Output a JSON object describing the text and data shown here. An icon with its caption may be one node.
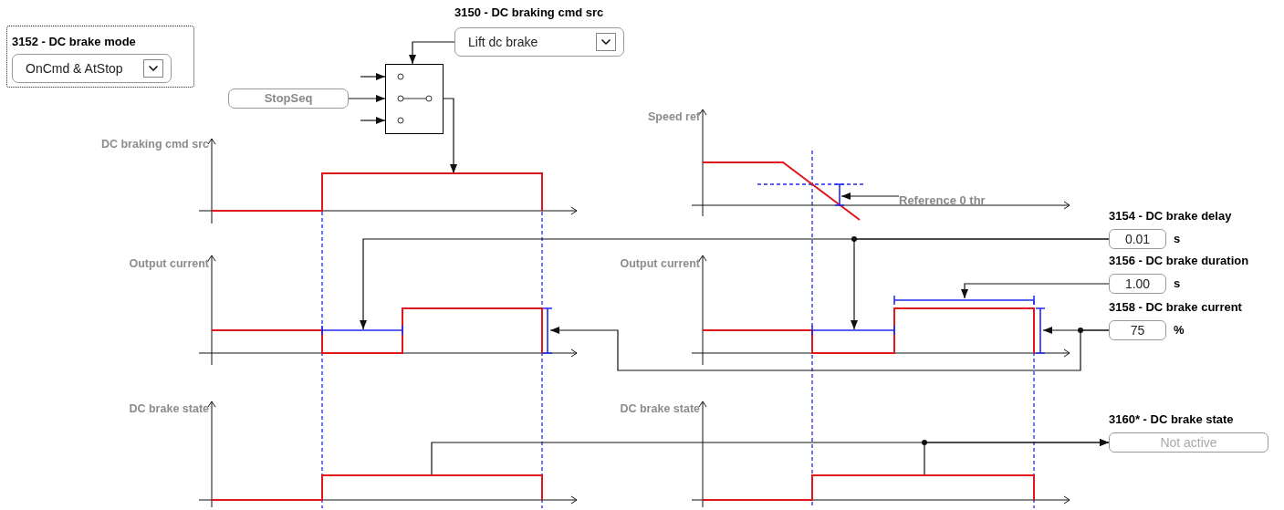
{
  "diagram": {
    "nodes": [
      {
        "text": [
          "3152 - DC brake mode"
        ]
      },
      {
        "text": [
          "OnCmd & AtStop"
        ],
        "in": 0
      },
      {
        "text": [
          "3150 - DC braking cmd src",
          "Lift dc brake"
        ]
      },
      {
        "text": [
          "StopSeq"
        ]
      },
      {
        "text": [],
        "shape": "box"
      },
      {
        "text": [
          "DC braking cmd src"
        ]
      },
      {
        "text": [
          "Speed ref"
        ]
      },
      {
        "text": [
          "Reference 0 thr"
        ],
        "in": 6
      },
      {
        "text": [
          "Output current"
        ]
      },
      {
        "text": [
          "Output current"
        ]
      },
      {
        "text": [
          "3154 - DC brake delay",
          "0.01"
        ],
        "beside": [
          "s"
        ]
      },
      {
        "text": [
          "3156 - DC brake duration",
          "1.00"
        ],
        "beside": [
          "s"
        ]
      },
      {
        "text": [
          "3158 - DC brake current",
          "75"
        ],
        "beside": [
          "%"
        ]
      },
      {
        "text": [
          "DC brake state"
        ]
      },
      {
        "text": [
          "DC brake state"
        ]
      },
      {
        "text": [
          "3160* - DC brake state",
          "Not active"
        ]
      }
    ],
    "edges": [
      {
        "from": 2,
        "to": 4,
        "arrow": "to"
      },
      {
        "from": null,
        "to": 4,
        "arrow": "to"
      },
      {
        "from": 3,
        "to": 4,
        "arrow": "to"
      },
      {
        "from": null,
        "to": 4,
        "arrow": "to"
      },
      {
        "from": 4,
        "to": 5,
        "arrow": "to"
      },
      {
        "from": 7,
        "to": 6,
        "arrow": "to"
      },
      {
        "from": 10,
        "to": 8,
        "arrow": "to"
      },
      {
        "from": 10,
        "to": 9,
        "arrow": "to"
      },
      {
        "from": 11,
        "to": 9,
        "arrow": "to"
      },
      {
        "from": 12,
        "to": 9,
        "arrow": "to"
      },
      {
        "from": 12,
        "to": 8,
        "arrow": "to"
      },
      {
        "from": 13,
        "to": 15,
        "arrow": "to"
      },
      {
        "from": 14,
        "to": 15,
        "arrow": "to"
      }
    ]
  }
}
